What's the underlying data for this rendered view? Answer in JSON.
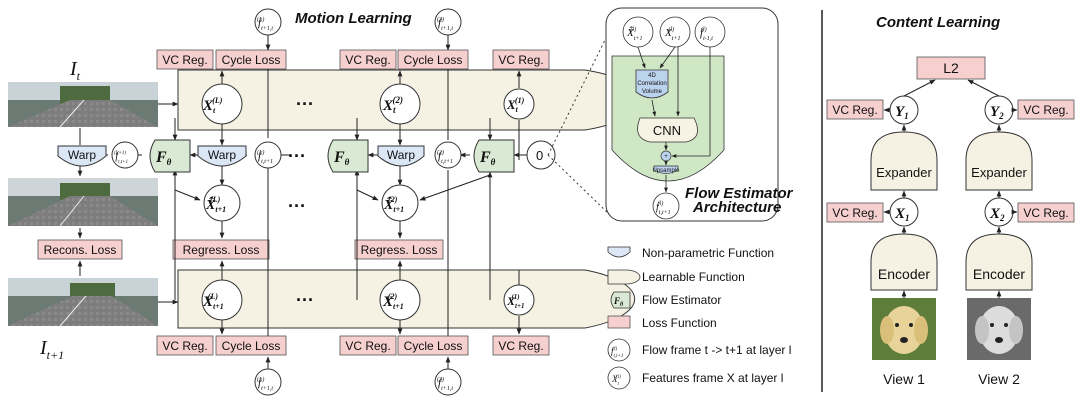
{
  "titles": {
    "motion": "Motion Learning",
    "content": "Content Learning"
  },
  "losses": {
    "vc_reg": "VC Reg.",
    "cycle": "Cycle Loss",
    "regress": "Regress. Loss",
    "recons": "Recons. Loss",
    "l2": "L2"
  },
  "blocks": {
    "warp": "Warp",
    "cnn": "CNN",
    "correlation": "4D Correlation Volume",
    "upsample": "Upsample",
    "expander": "Expander",
    "encoder": "Encoder"
  },
  "flow_arch": {
    "line1": "Flow Estimator",
    "line2": "Architecture"
  },
  "legend": {
    "non_parametric": "Non-parametric Function",
    "learnable": "Learnable Function",
    "flow_estimator": "Flow Estimator",
    "loss_function": "Loss Function",
    "flow_frame": "Flow frame t -> t+1 at layer l",
    "features_frame": "Features frame X at layer l"
  },
  "views": {
    "view1": "View 1",
    "view2": "View 2"
  },
  "zero": "0",
  "colors": {
    "loss": "#f6cfcf",
    "learnable": "#f6f2e3",
    "flow": "#d9e9d3",
    "warp": "#dbe7f5",
    "inner": "#cfe7c5",
    "cnn": "#f7f3e4"
  }
}
